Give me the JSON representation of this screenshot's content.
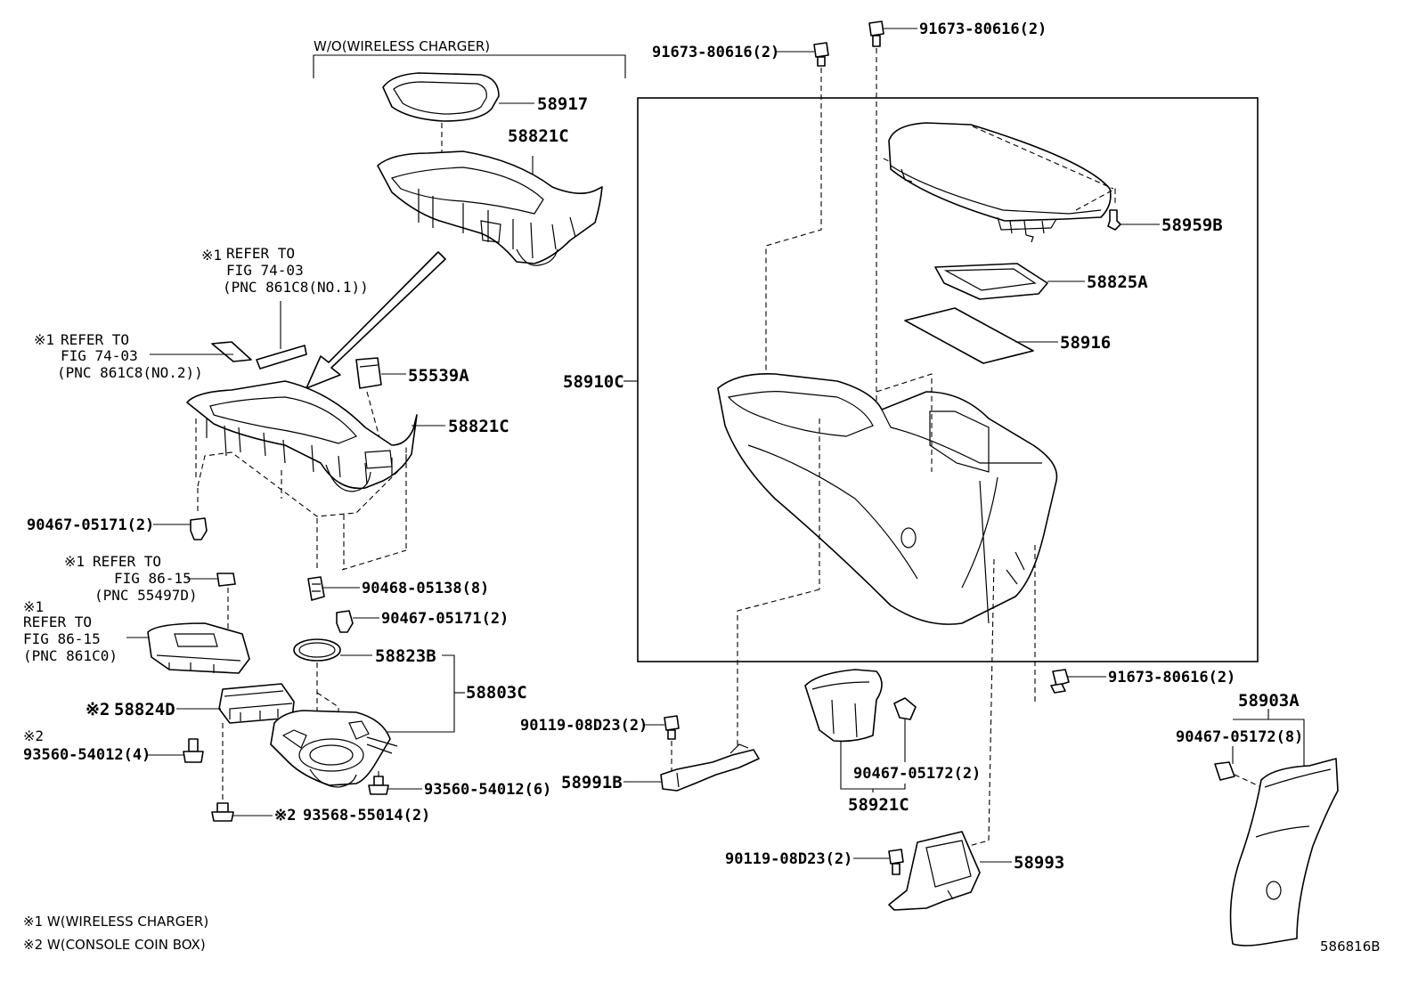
{
  "header": {
    "variant": "W/O(WIRELESS CHARGER)"
  },
  "refs": {
    "ref1": {
      "mark": "※1",
      "line1": "REFER TO",
      "line2": "FIG 74-03",
      "line3": "(PNC 861C8(NO.1))"
    },
    "ref2": {
      "mark": "※1",
      "line1": "REFER TO",
      "line2": "FIG 74-03",
      "line3": "(PNC 861C8(NO.2))"
    },
    "ref3": {
      "mark": "※1",
      "line1": "REFER TO",
      "line2": "FIG 86-15",
      "line3": "(PNC 55497D)"
    },
    "ref4": {
      "mark": "※1",
      "line1": "REFER TO",
      "line2": "FIG 86-15",
      "line3": "(PNC 861C0)"
    }
  },
  "parts": {
    "p58917": "58917",
    "p58821c_top": "58821C",
    "p58821c_mid": "58821C",
    "p55539a": "55539A",
    "p90467_05171_a": "90467-05171(2)",
    "p90468_05138": "90468-05138(8)",
    "p90467_05171_b": "90467-05171(2)",
    "p58823b": "58823B",
    "p58803c": "58803C",
    "p58824d": "58824D",
    "p58824d_mark": "※2",
    "p93560_54012_4_mark": "※2",
    "p93560_54012_4": "93560-54012(4)",
    "p93560_54012_6": "93560-54012(6)",
    "p93568_mark": "※2",
    "p93568_55014": "93568-55014(2)",
    "p91673_a": "91673-80616(2)",
    "p91673_b": "91673-80616(2)",
    "p58959b": "58959B",
    "p58825a": "58825A",
    "p58916": "58916",
    "p58910c": "58910C",
    "p91673_c": "91673-80616(2)",
    "p90119_a": "90119-08D23(2)",
    "p58991b": "58991B",
    "p90467_05172_2": "90467-05172(2)",
    "p58921c": "58921C",
    "p58903a": "58903A",
    "p90467_05172_8": "90467-05172(8)",
    "p90119_b": "90119-08D23(2)",
    "p58993": "58993"
  },
  "legend": {
    "note1": "※1 W(WIRELESS CHARGER)",
    "note2": "※2 W(CONSOLE COIN BOX)"
  },
  "figure_id": "586816B"
}
